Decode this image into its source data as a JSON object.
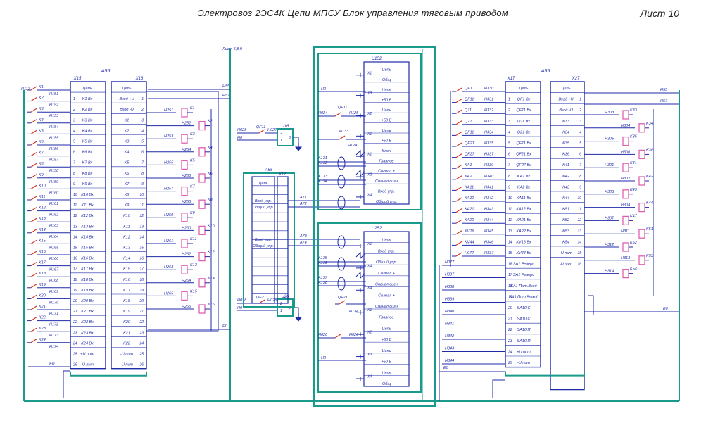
{
  "title": "Электровоз 2ЭС4К  Цепи МПСУ  Блок управления тяговым приводом",
  "sheet": "Лист 10",
  "sheet_ref": "Лист 5,8,9",
  "colors": {
    "bus": "#1a9a8a",
    "wire": "#1f2aa8",
    "relay": "#e060b0",
    "contact": "#d83020",
    "ground": "#1f2aa8"
  },
  "block_left": {
    "name": "А55",
    "conn_left": "Х15",
    "conn_right": "Х16",
    "pins_left": [
      "1",
      "2",
      "3",
      "4",
      "5",
      "6",
      "7",
      "8",
      "9",
      "10",
      "11",
      "12",
      "13",
      "14",
      "15",
      "16",
      "17",
      "18",
      "19",
      "20",
      "21",
      "22",
      "23",
      "24",
      "25",
      "26"
    ],
    "rows_left": [
      "Цепь",
      "K1 Вх",
      "K2 Вх",
      "K3 Вх",
      "K4 Вх",
      "K5 Вх",
      "K6 Вх",
      "K7 Вх",
      "K8 Вх",
      "K9 Вх",
      "K10 Вх",
      "K11 Вх",
      "K12 Вх",
      "K13 Вх",
      "K14 Вх",
      "K15 Вх",
      "K16 Вх",
      "K17 Вх",
      "K18 Вх",
      "K19 Вх",
      "K20 Вх",
      "K21 Вх",
      "K22 Вх",
      "K23 Вх",
      "K24 Вх",
      "+U пит",
      "-U пит"
    ],
    "rows_right": [
      "Цепь",
      "Вход +U",
      "Вход -U",
      "K1",
      "K2",
      "K3",
      "K4",
      "K5",
      "K6",
      "K7",
      "K8",
      "K9",
      "K10",
      "K11",
      "K12",
      "K13",
      "K14",
      "K15",
      "K16",
      "K17",
      "K18",
      "K19",
      "K20",
      "K21",
      "K22",
      "-U пит",
      "-U пит"
    ],
    "inputs": [
      "H117",
      "K1",
      "H151",
      "K2",
      "H152",
      "K3",
      "H153",
      "K4",
      "H154",
      "K5",
      "H155",
      "K6",
      "H156",
      "K7",
      "H157",
      "K8",
      "H158",
      "K9",
      "H159",
      "K10",
      "H160",
      "K11",
      "H161",
      "K12",
      "H162",
      "K13",
      "H163",
      "K14",
      "H164",
      "K15",
      "H165",
      "K16",
      "H166",
      "K17",
      "H167",
      "K18",
      "H168",
      "K19",
      "H169",
      "K20",
      "H170",
      "K21",
      "H171",
      "K22",
      "H172",
      "K23",
      "H173",
      "K24",
      "H174"
    ],
    "e_label": "E0"
  },
  "relays_left": [
    {
      "h": "H251",
      "k": "K1"
    },
    {
      "h": "H252",
      "k": "K2"
    },
    {
      "h": "H253",
      "k": "K3"
    },
    {
      "h": "H254",
      "k": "K4"
    },
    {
      "h": "H255",
      "k": "K5"
    },
    {
      "h": "H256",
      "k": "K6"
    },
    {
      "h": "H257",
      "k": "K7"
    },
    {
      "h": "H258",
      "k": "K8"
    },
    {
      "h": "H259",
      "k": "K9"
    },
    {
      "h": "H260",
      "k": "K10"
    },
    {
      "h": "H261",
      "k": "K11"
    },
    {
      "h": "H262",
      "k": "K12"
    },
    {
      "h": "H263",
      "k": "K13"
    },
    {
      "h": "H264",
      "k": "K14"
    },
    {
      "h": "H265",
      "k": "K15"
    },
    {
      "h": "H266",
      "k": "K16"
    }
  ],
  "mid": {
    "h55": "H55",
    "h57": "H57",
    "e0": "E0",
    "u16a": {
      "name": "U16",
      "in1": "H028",
      "in2": "H0",
      "qf": "QF11",
      "wire": "H027",
      "pins": [
        "2",
        "1",
        "3"
      ]
    },
    "u16b": {
      "name": "U26",
      "in1": "H028",
      "in2": "H0",
      "qf": "QF21",
      "wire": "H028",
      "pins": [
        "2",
        "1",
        "3"
      ]
    },
    "a55": {
      "name": "А55",
      "conn": "Х12",
      "row_top": "Цепь",
      "in1": "Вход упр.",
      "in1b": "Общий упр.",
      "in2": "Вход упр.",
      "in2b": "Общий упр.",
      "a71": "A71",
      "a72": "A72",
      "a73": "A73",
      "a74": "A74"
    }
  },
  "u152": {
    "name": "U152",
    "rows": [
      {
        "label": "Цепь",
        "sub": "Общ",
        "pin": "X1"
      },
      {
        "label": "Цепь",
        "sub": "+50 В",
        "pin": "X3"
      },
      {
        "label": "Цепь",
        "sub": "+50 В",
        "pin": "X2"
      },
      {
        "label": "Цепь",
        "sub": "+50 В",
        "pin": "X1"
      },
      {
        "label": "Ключ",
        "sub": "Главное",
        "pin": "X1"
      },
      {
        "label": "Сигнал +",
        "sub": "Сигнал сигн",
        "pin": "X2"
      },
      {
        "label": "Вход упр.",
        "sub": "Общий упр.",
        "pin": "X4"
      }
    ],
    "wires": [
      "H0",
      "H024",
      "H125",
      "QF11",
      "H133",
      "H124",
      "A131",
      "A132",
      "A133",
      "A134"
    ]
  },
  "u252": {
    "name": "U252",
    "rows": [
      {
        "label": "Цепь",
        "sub": "Вход упр.",
        "pin": "X1"
      },
      {
        "label": "Общий упр.",
        "sub": "Сигнал +",
        "pin": "X4"
      },
      {
        "label": "Сигнал сигн",
        "sub": "Сигнал +",
        "pin": "X4"
      },
      {
        "label": "Сигнал сигн",
        "sub": "Главное",
        "pin": "X1"
      },
      {
        "label": "Цепь",
        "sub": "+50 В",
        "pin": "X2"
      },
      {
        "label": "Цепь",
        "sub": "+50 В",
        "pin": "X3"
      },
      {
        "label": "Цепь",
        "sub": "Общ",
        "pin": "X4"
      }
    ],
    "wires": [
      "A135",
      "A136",
      "A137",
      "A138",
      "QF21",
      "H134",
      "H028",
      "H026",
      "H0"
    ]
  },
  "block_right": {
    "name": "А55",
    "conn_left": "Х17",
    "conn_right": "Х27",
    "inputs": [
      "QF1",
      "H330",
      "QF11",
      "H331",
      "Q11",
      "H332",
      "Q21",
      "H333",
      "QF11",
      "H334",
      "QF21",
      "H335",
      "QF27",
      "H337",
      "KA1",
      "H339",
      "KA2",
      "H340",
      "KA11",
      "H341",
      "KA12",
      "H342",
      "KA21",
      "H343",
      "KA22",
      "H344",
      "KV16",
      "H345",
      "KV44",
      "H346",
      "H077",
      "H337",
      "H338",
      "H339",
      "H340",
      "H341",
      "H342",
      "H343",
      "H344",
      "E0"
    ],
    "rows_left": [
      "Цепь",
      "QF1 Вх",
      "QF11 Вх",
      "Q11 Вх",
      "Q21 Вх",
      "QF11 Вх",
      "QF21 Вх",
      "QF27 Вх",
      "KA1 Вх",
      "KA2 Вх",
      "KA11 Вх",
      "KA12 Вх",
      "KA21 Вх",
      "KA22 Вх",
      "KV16 Вх",
      "KV44 Вх",
      "SA1 Реверс",
      "SA1 Реверс",
      "SA1 Пит.Вход",
      "SA1 Пит.Выход",
      "SA10 С",
      "SA10 С",
      "SA10 П",
      "SA10 П",
      "+U пит",
      "-U пит"
    ],
    "rows_right": [
      "Цепь",
      "Вход +U",
      "Вход -U",
      "K33",
      "K34",
      "K35",
      "K36",
      "K41",
      "K42",
      "K43",
      "K44",
      "K51",
      "K52",
      "K53",
      "K54",
      "-U пит",
      "-U пит"
    ],
    "h55": "H55",
    "h57": "H57",
    "e0": "E0"
  },
  "relays_right": [
    {
      "h": "H303",
      "k": "K33"
    },
    {
      "h": "H304",
      "k": "K34"
    },
    {
      "h": "H305",
      "k": "K35"
    },
    {
      "h": "H306",
      "k": "K36"
    },
    {
      "h": "H301",
      "k": "K41"
    },
    {
      "h": "H302",
      "k": "K42"
    },
    {
      "h": "H303",
      "k": "K43"
    },
    {
      "h": "H304",
      "k": "K44"
    },
    {
      "h": "H307",
      "k": "K47"
    },
    {
      "h": "H311",
      "k": "K51"
    },
    {
      "h": "H312",
      "k": "K52"
    },
    {
      "h": "H313",
      "k": "K53"
    },
    {
      "h": "H314",
      "k": "K54"
    }
  ]
}
